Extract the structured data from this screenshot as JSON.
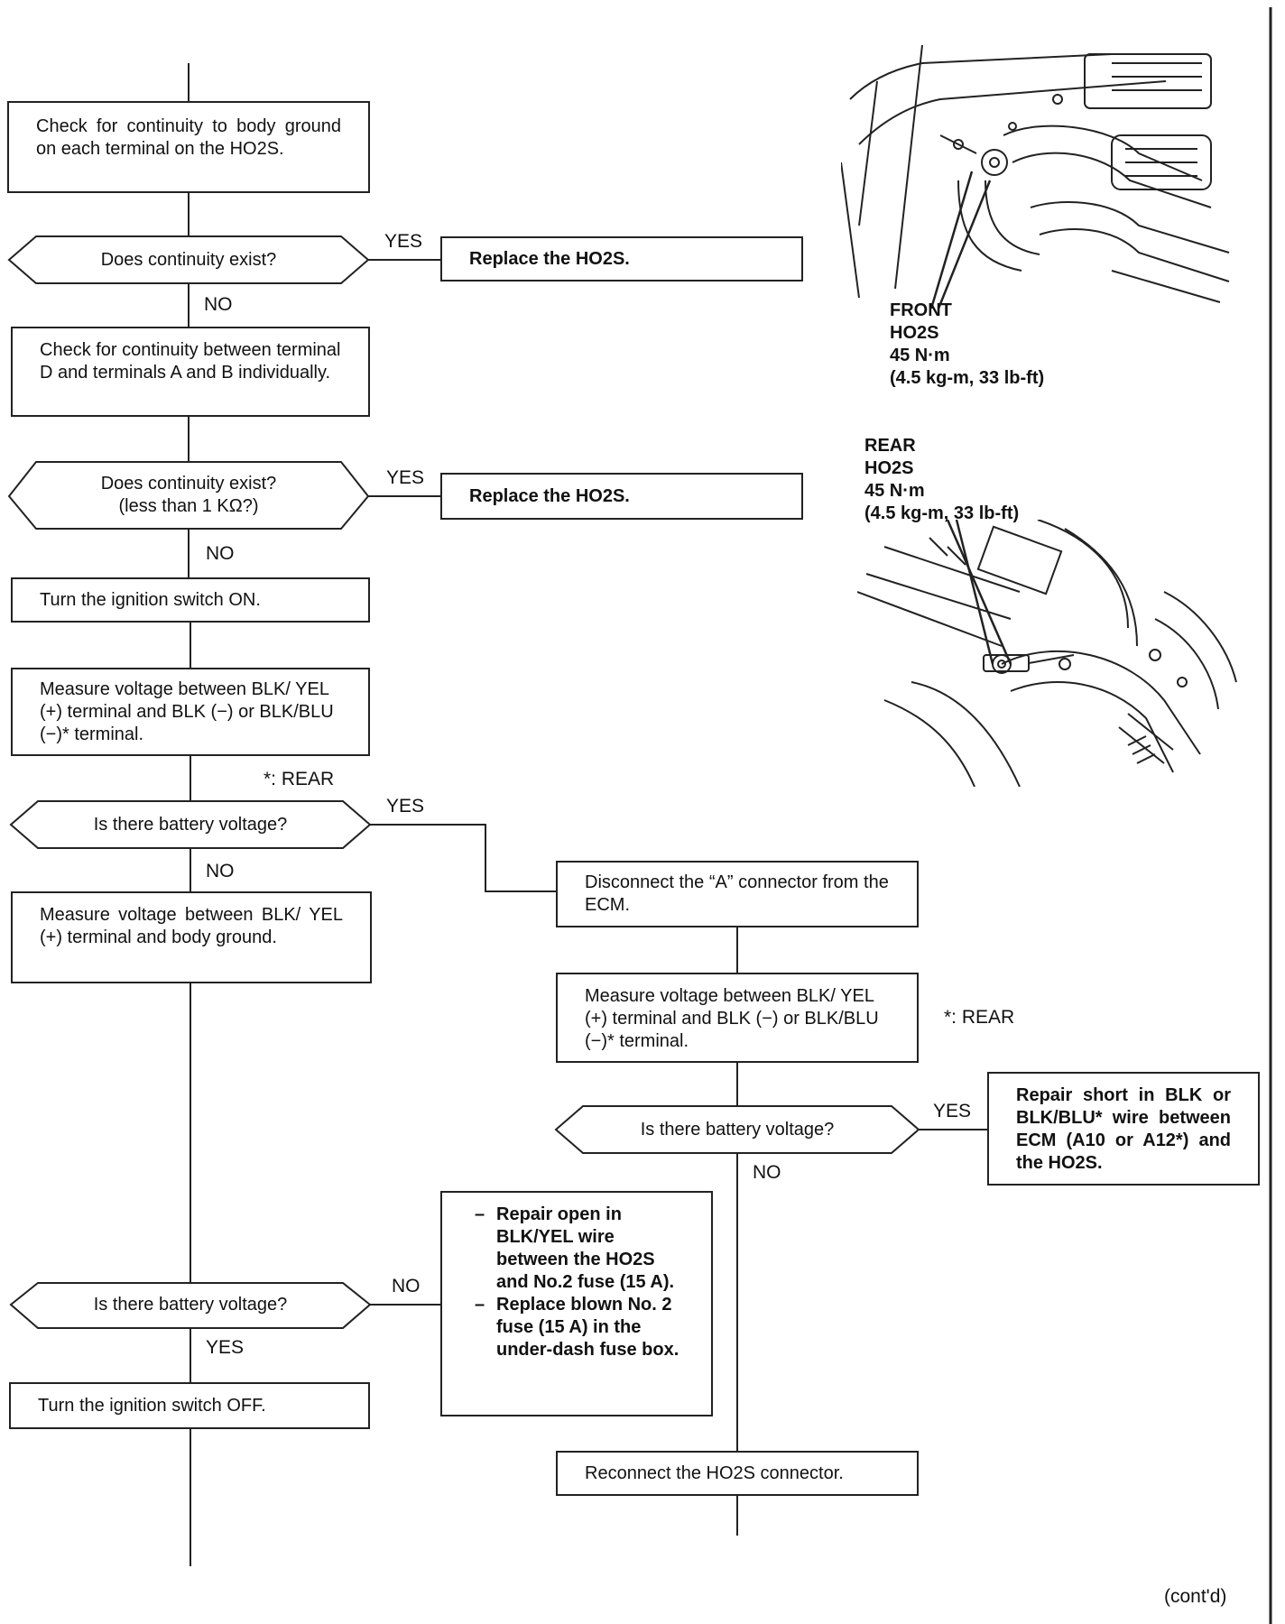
{
  "steps": {
    "check_ground": "Check for continuity to body ground on each terminal on the HO2S.",
    "q_cont1": "Does continuity exist?",
    "replace1": "Replace the HO2S.",
    "check_between": "Check for continuity between terminal D and terminals A and B individually.",
    "q_cont2_line1": "Does continuity exist?",
    "q_cont2_line2": "(less than 1 KΩ?)",
    "replace2": "Replace the HO2S.",
    "ign_on": "Turn the ignition switch ON.",
    "measure1": "Measure voltage between BLK/ YEL (+) terminal and BLK (−) or BLK/BLU (−)* terminal.",
    "note_rear1": "*: REAR",
    "q_batt1": "Is there battery voltage?",
    "measure_ground": "Measure voltage between BLK/ YEL (+) terminal and body ground.",
    "disconnect": "Disconnect the “A” connector from the ECM.",
    "measure2": "Measure voltage between BLK/ YEL (+) terminal and BLK (−) or BLK/BLU (−)* terminal.",
    "note_rear2": "*: REAR",
    "q_batt2": "Is there battery voltage?",
    "repair_short": "Repair short in BLK or BLK/BLU* wire between ECM (A10 or A12*) and the HO2S.",
    "q_batt3": "Is there battery voltage?",
    "repair_open": "Repair open in BLK/YEL wire between the HO2S and No.2 fuse (15 A).",
    "replace_fuse": "Replace blown No. 2 fuse (15 A) in the under-dash fuse box.",
    "ign_off": "Turn the ignition switch OFF.",
    "reconnect": "Reconnect the HO2S connector."
  },
  "labels": {
    "yes": "YES",
    "no": "NO"
  },
  "front_spec": {
    "line1": "FRONT",
    "line2": "HO2S",
    "line3": "45 N·m",
    "line4": "(4.5 kg-m, 33 lb-ft)"
  },
  "rear_spec": {
    "line1": "REAR",
    "line2": "HO2S",
    "line3": "45 N·m",
    "line4": "(4.5 kg-m, 33 lb-ft)"
  },
  "footer": "(cont'd)",
  "colors": {
    "ink": "#222222",
    "paper": "#ffffff"
  }
}
